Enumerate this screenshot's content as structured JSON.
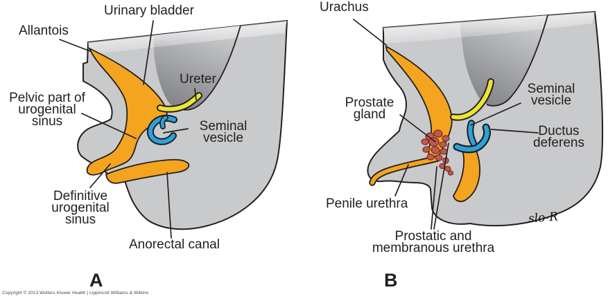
{
  "figure": {
    "panel_a": {
      "letter": "A",
      "labels": {
        "allantois": "Allantois",
        "urinary_bladder": "Urinary bladder",
        "ureter": "Ureter",
        "pelvic_line1": "Pelvic part of",
        "pelvic_line2": "urogenital",
        "pelvic_line3": "sinus",
        "seminal_line1": "Seminal",
        "seminal_line2": "vesicle",
        "definitive_line1": "Definitive",
        "definitive_line2": "urogenital",
        "definitive_line3": "sinus",
        "anorectal": "Anorectal canal"
      }
    },
    "panel_b": {
      "letter": "B",
      "labels": {
        "urachus": "Urachus",
        "prostate_line1": "Prostate",
        "prostate_line2": "gland",
        "seminal_line1": "Seminal",
        "seminal_line2": "vesicle",
        "ductus_line1": "Ductus",
        "ductus_line2": "deferens",
        "penile_urethra": "Penile urethra",
        "prostatic_line1": "Prostatic and",
        "prostatic_line2": "membranous urethra"
      }
    },
    "signature": "slo-R",
    "copyright": "Copyright © 2013 Wolters Kluwer Health | Lippincott Williams & Wilkins"
  },
  "colors": {
    "body_gray": "#c9cacc",
    "cavity_dark": "#84868a",
    "sinus_orange": "#f5a41f",
    "ureter_yellow": "#ece433",
    "duct_blue": "#2aa2db",
    "prostate_red": "#c05a50",
    "outline": "#221e1f"
  }
}
